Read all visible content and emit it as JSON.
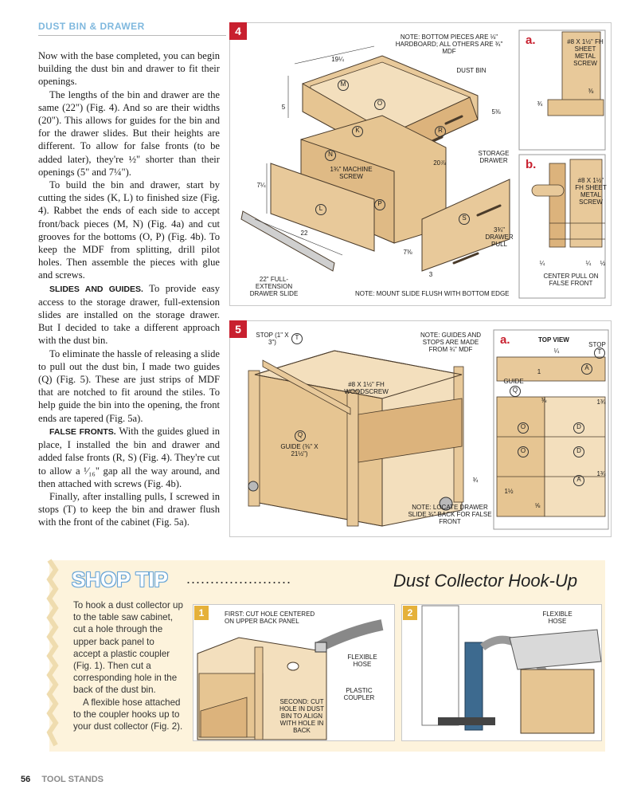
{
  "section_title": "DUST BIN & DRAWER",
  "body": {
    "p1": "Now with the base completed, you can begin building the dust bin and drawer to fit their openings.",
    "p2": "The lengths of the bin and drawer are the same (22\") (Fig. 4). And so are their widths (20\"). This allows for guides for the bin and for the drawer slides. But their heights are different. To allow for false fronts (to be added later), they're ½\" shorter than their openings (5\" and 7¼\").",
    "p3": "To build the bin and drawer, start by cutting the sides (K, L) to finished size (Fig. 4). Rabbet the ends of each side to accept front/back pieces (M, N) (Fig. 4a) and cut grooves for the bottoms (O, P) (Fig. 4b). To keep the MDF from splitting, drill pilot holes. Then assemble the pieces with glue and screws.",
    "p4_runin": "SLIDES AND GUIDES.",
    "p4": " To provide easy access to the storage drawer, full-extension slides are installed on the storage drawer. But I decided to take a different approach with the dust bin.",
    "p5": "To eliminate the hassle of releasing a slide to pull out the dust bin, I made two guides (Q) (Fig. 5). These are just strips of MDF that are notched to fit around the stiles. To help guide the bin into the opening, the front ends are tapered (Fig. 5a).",
    "p6_runin": "FALSE FRONTS.",
    "p6": " With the guides glued in place, I installed the bin and drawer and added false fronts (R, S) (Fig. 4). They're cut to allow a ¹⁄₁₆\" gap all the way around, and then attached with screws (Fig. 4b).",
    "p7": "Finally, after installing pulls, I screwed in stops (T) to keep the bin and drawer flush with the front of the cabinet (Fig. 5a)."
  },
  "fig4": {
    "num": "4",
    "note_top": "NOTE: BOTTOM PIECES ARE ⅛\" HARDBOARD; ALL OTHERS ARE ¾\" MDF",
    "dust_bin": "DUST BIN",
    "storage_drawer": "STORAGE DRAWER",
    "dim_top": "19¼",
    "dim_5": "5",
    "dim_5_3_8": "5⅜",
    "dim_20_7_8": "20⅞",
    "dim_7_1_4": "7¼",
    "dim_22": "22",
    "dim_7_3_8": "7⅜",
    "dim_3": "3",
    "screw": "1¾\" MACHINE SCREW",
    "pull": "3¾\" DRAWER PULL",
    "slide": "22\" FULL-EXTENSION DRAWER SLIDE",
    "note_bottom": "NOTE: MOUNT SLIDE FLUSH WITH BOTTOM EDGE",
    "parts": [
      "M",
      "O",
      "K",
      "R",
      "N",
      "L",
      "P",
      "S"
    ],
    "a_letter": "a.",
    "a_screw": "#8 x 1½\" Fh SHEET METAL SCREW",
    "a_dim1": "⅜",
    "a_dim2": "¾",
    "b_letter": "b.",
    "b_screw": "#8 x 1½\" Fh SHEET METAL SCREW",
    "b_dim1": "¼",
    "b_dim2": "¼",
    "b_dim3": "½",
    "b_note": "CENTER PULL ON FALSE FRONT"
  },
  "fig5": {
    "num": "5",
    "stop": "STOP (1\" x 3\")",
    "stop_letter": "T",
    "note": "NOTE: GUIDES AND STOPS ARE MADE FROM ¾\" MDF",
    "woodscrew": "#8 x 1½\" Fh WOODSCREW",
    "guide": "GUIDE (⅜\" x 21½\")",
    "guide_letter": "Q",
    "dim_3_4": "¾",
    "note_bottom": "NOTE: LOCATE DRAWER SLIDE ¾\" BACK FOR FALSE FRONT",
    "a_letter": "a.",
    "top_view": "TOP VIEW",
    "a_stop": "STOP",
    "a_guide": "GUIDE",
    "a_dims": [
      "¼",
      "1",
      "⅜",
      "1¾",
      "1¾",
      "1½",
      "⅝"
    ],
    "a_parts": [
      "T",
      "A",
      "Q",
      "O",
      "D",
      "O",
      "D",
      "A"
    ]
  },
  "shop_tip": {
    "heading": "SHOP TIP",
    "dots": "......................",
    "title": "Dust Collector Hook-Up",
    "text1": "To hook a dust collector up to the table saw cabinet, cut a hole through the upper back panel to accept a plastic coupler (Fig. 1). Then cut a corresponding hole in the back of the dust bin.",
    "text2": "A flexible hose attached to the coupler hooks up to your dust collector (Fig. 2).",
    "fig1_num": "1",
    "fig1_first": "FIRST: CUT HOLE CENTERED ON UPPER BACK PANEL",
    "fig1_hose": "FLEXIBLE HOSE",
    "fig1_coupler": "PLASTIC COUPLER",
    "fig1_second": "SECOND: CUT HOLE IN DUST BIN TO ALIGN WITH HOLE IN BACK",
    "fig2_num": "2",
    "fig2_hose": "FLEXIBLE HOSE"
  },
  "footer": {
    "page": "56",
    "section": "TOOL STANDS"
  }
}
